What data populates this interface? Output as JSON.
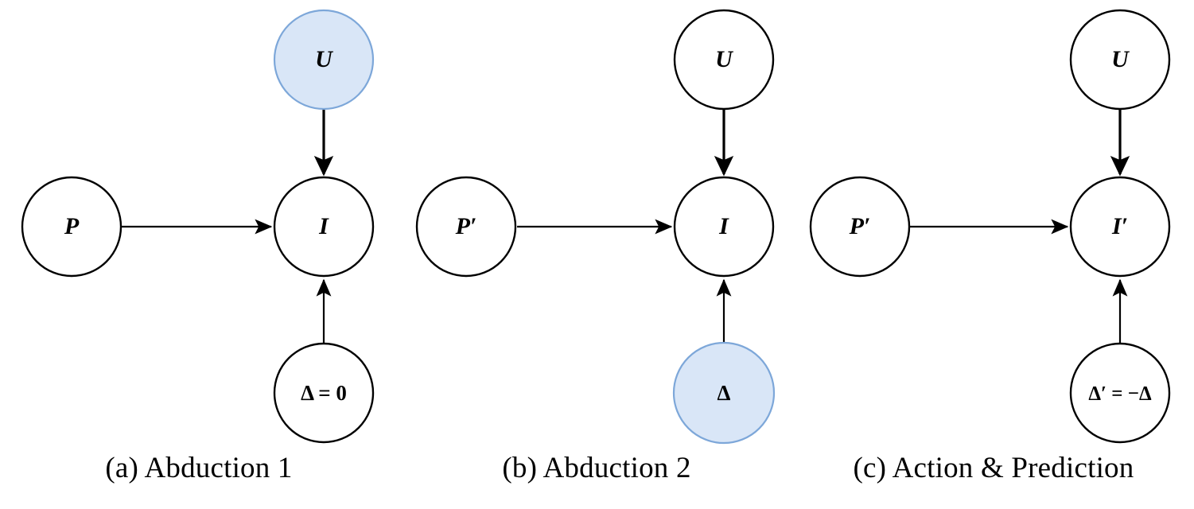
{
  "figure": {
    "type": "causal-diagram-triptych",
    "background": "#ffffff",
    "highlight_fill": "#d9e6f7",
    "highlight_stroke": "#7da7d9",
    "node_stroke": "#000000",
    "panels": [
      {
        "id": "a",
        "caption": "(a) Abduction 1",
        "nodes": {
          "u": {
            "label": "U",
            "highlighted": true
          },
          "p": {
            "label": "P",
            "highlighted": false
          },
          "i": {
            "label": "I",
            "highlighted": false
          },
          "d": {
            "label": "Δ = 0",
            "highlighted": false
          }
        },
        "edges": [
          {
            "from": "U",
            "to": "I",
            "style": "thick"
          },
          {
            "from": "P",
            "to": "I",
            "style": "thin"
          },
          {
            "from": "Δ = 0",
            "to": "I",
            "style": "thin"
          }
        ]
      },
      {
        "id": "b",
        "caption": "(b) Abduction 2",
        "nodes": {
          "u": {
            "label": "U",
            "highlighted": false
          },
          "p": {
            "label": "P′",
            "highlighted": false
          },
          "i": {
            "label": "I",
            "highlighted": false
          },
          "d": {
            "label": "Δ",
            "highlighted": true
          }
        },
        "edges": [
          {
            "from": "U",
            "to": "I",
            "style": "thick"
          },
          {
            "from": "P′",
            "to": "I",
            "style": "thin"
          },
          {
            "from": "Δ",
            "to": "I",
            "style": "thin"
          }
        ]
      },
      {
        "id": "c",
        "caption": "(c) Action & Prediction",
        "nodes": {
          "u": {
            "label": "U",
            "highlighted": false
          },
          "p": {
            "label": "P′",
            "highlighted": false
          },
          "i": {
            "label": "I′",
            "highlighted": false
          },
          "d": {
            "label": "Δ′ = −Δ",
            "highlighted": false
          }
        },
        "edges": [
          {
            "from": "U",
            "to": "I′",
            "style": "thick"
          },
          {
            "from": "P′",
            "to": "I′",
            "style": "thin"
          },
          {
            "from": "Δ′ = −Δ",
            "to": "I′",
            "style": "thin"
          }
        ]
      }
    ]
  }
}
